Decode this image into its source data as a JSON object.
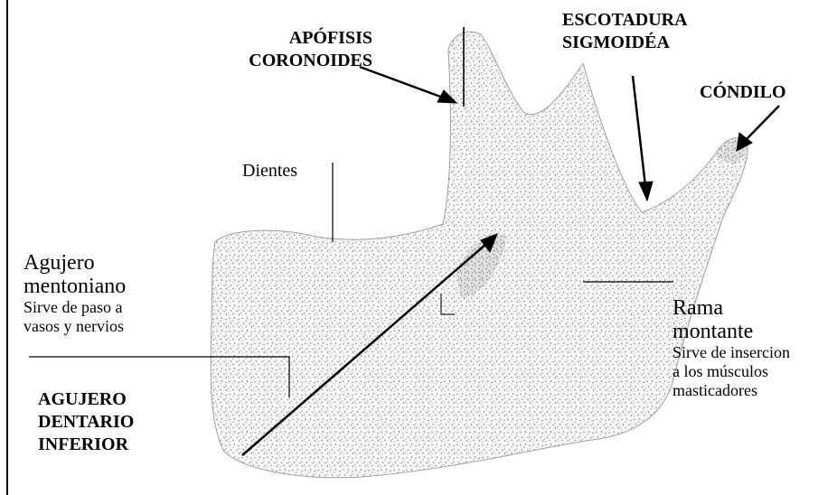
{
  "labels": {
    "apofisis": [
      "APÓFISIS",
      "CORONOIDES"
    ],
    "escotadura": [
      "ESCOTADURA",
      "SIGMOIDÉA"
    ],
    "condilo": "CÓNDILO",
    "dientes": "Dientes",
    "agujero_mentoniano": {
      "title": [
        "Agujero",
        "mentoniano"
      ],
      "desc": [
        "Sirve de paso a",
        "vasos y nervios"
      ]
    },
    "rama_montante": {
      "title": [
        "Rama",
        "montante"
      ],
      "desc": [
        "Sirve de insercion",
        "a los músculos",
        "masticadores"
      ]
    },
    "agujero_dentario": [
      "AGUJERO",
      "DENTARIO",
      "INFERIOR"
    ]
  },
  "colors": {
    "ink": "#000000",
    "bone_fill": "#f4f4f4",
    "bone_stipple": "#8a8a8a"
  }
}
